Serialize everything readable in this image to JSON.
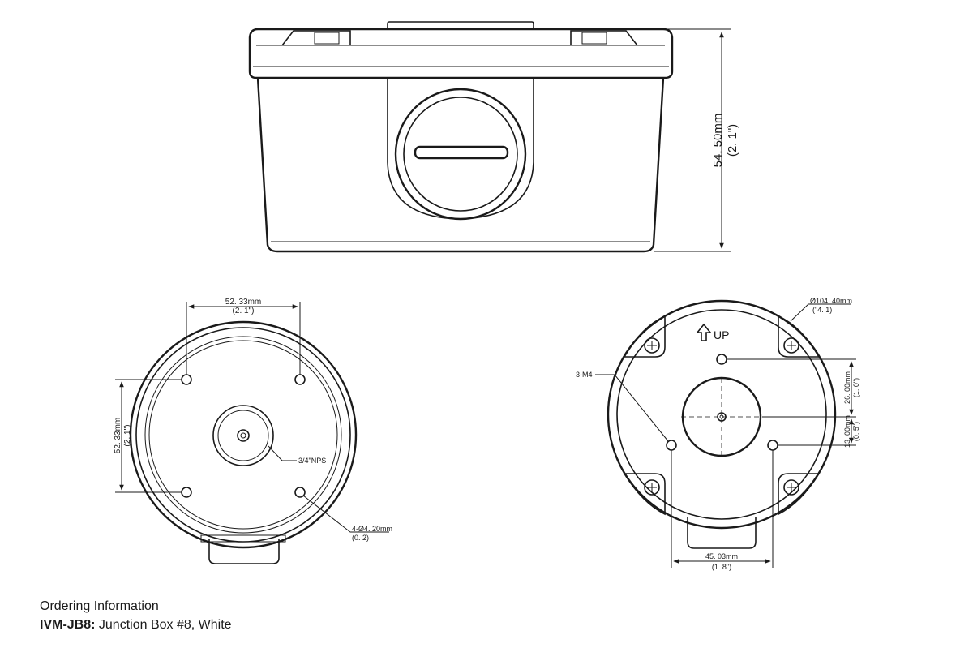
{
  "side_view": {
    "height_dim": "54. 50mm",
    "height_dim_in": "(2. 1\")"
  },
  "bottom_view": {
    "spacing_h": "52. 33mm",
    "spacing_h_in": "(2. 1\")",
    "spacing_v": "52. 33mm",
    "spacing_v_in": "(2. 1\")",
    "nps_label": "3/4\"NPS",
    "hole_label": "4-Ø4. 20mm",
    "hole_label_in": "(0. 2)"
  },
  "top_view": {
    "diameter": "Ø104. 40mm",
    "diameter_in": "(\"4. 1)",
    "up_label": "UP",
    "screw_label": "3-M4",
    "dim_26": "26. 00mm",
    "dim_26_in": "(1. 0\")",
    "dim_13": "13. 00mm",
    "dim_13_in": "(0. 5\")",
    "dim_45": "45. 03mm",
    "dim_45_in": "(1. 8\")"
  },
  "ordering": {
    "heading": "Ordering Information",
    "code": "IVM-JB8:",
    "description": " Junction Box #8, White"
  }
}
